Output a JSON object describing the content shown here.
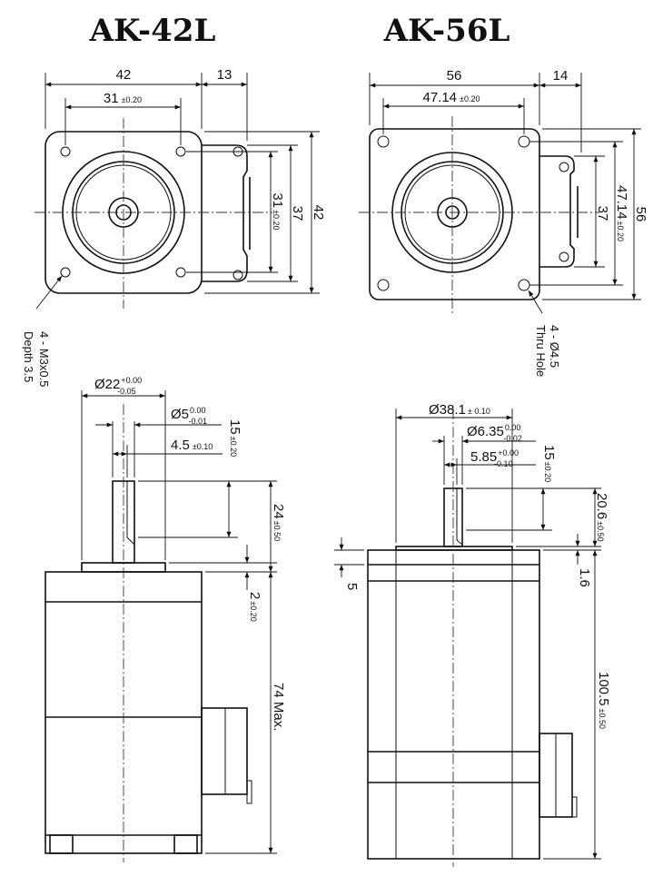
{
  "models": [
    {
      "title": "AK-42L",
      "front": {
        "width": "42",
        "conn_width": "13",
        "hole_spacing": "31",
        "hole_spacing_tol": "±0.20",
        "height_vertical": "42",
        "inner_vertical": "37",
        "hole_spacing_vertical": "31",
        "hole_spacing_vertical_tol": "±0.20",
        "hole_note_line1": "4 - M3x0.5",
        "hole_note_line2": "Depth 3.5"
      },
      "side": {
        "pilot_dia": "Ø22",
        "pilot_dia_tol_upper": "+0.00",
        "pilot_dia_tol_lower": "-0.05",
        "shaft_dia": "Ø5",
        "shaft_dia_tol_upper": "0.00",
        "shaft_dia_tol_lower": "-0.01",
        "flat": "4.5",
        "flat_tol": "±0.10",
        "flat_len": "15",
        "flat_len_tol": "±0.20",
        "shaft_len": "24",
        "shaft_len_tol": "±0.50",
        "pilot_h": "2",
        "pilot_h_tol": "±0.20",
        "body_len": "74 Max."
      }
    },
    {
      "title": "AK-56L",
      "front": {
        "width": "56",
        "conn_width": "14",
        "hole_spacing": "47.14",
        "hole_spacing_tol": "±0.20",
        "height_vertical": "56",
        "inner_vertical": "37",
        "hole_spacing_vertical": "47.14",
        "hole_spacing_vertical_tol": "±0.20",
        "hole_note_line1": "4 - Ø4.5",
        "hole_note_line2": "Thru Hole"
      },
      "side": {
        "pilot_dia": "Ø38.1",
        "pilot_dia_tol": "± 0.10",
        "shaft_dia": "Ø6.35",
        "shaft_dia_tol_upper": "0.00",
        "shaft_dia_tol_lower": "-0.02",
        "flat": "5.85",
        "flat_tol_upper": "+0.00",
        "flat_tol_lower": "-0.10",
        "flat_len": "15",
        "flat_len_tol": "±0.20",
        "shaft_len": "20.6",
        "shaft_len_tol": "±0.50",
        "flange_th": "5",
        "pilot_h": "1.6",
        "body_len": "100.5",
        "body_len_tol": "±0.50"
      }
    }
  ],
  "colors": {
    "line": "#111111",
    "background": "#ffffff"
  }
}
